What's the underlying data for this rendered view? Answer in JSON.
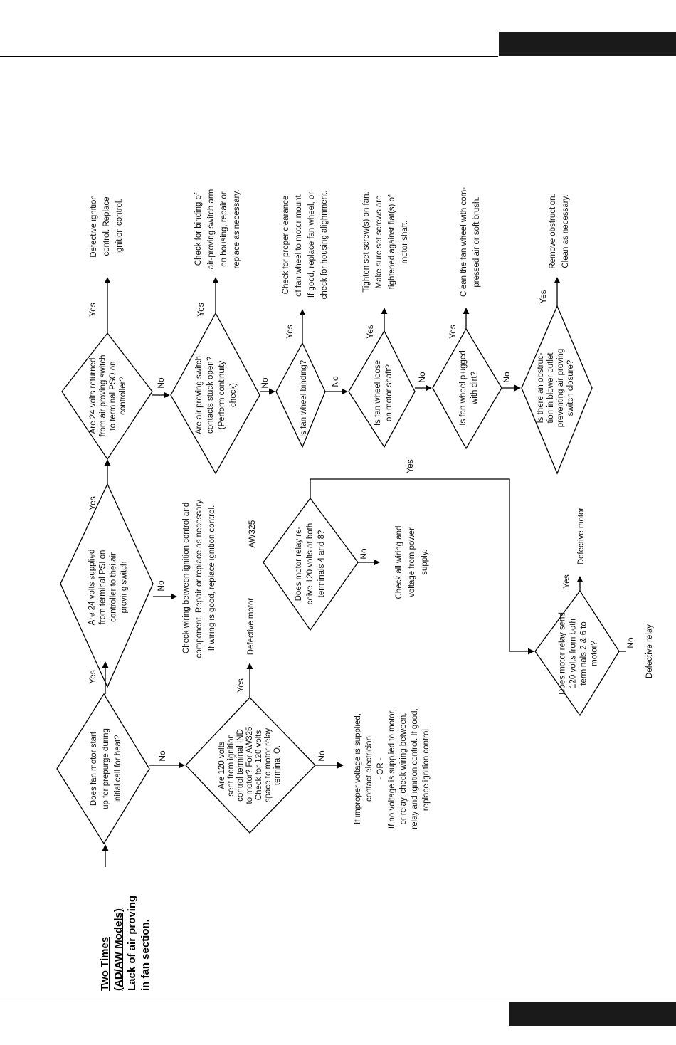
{
  "page": {
    "title_line1": "Two Times",
    "title_line2": "(AD/AW Models)",
    "title_line3": "Lack of air proving",
    "title_line4": "in fan section."
  },
  "flowchart": {
    "yes": "Yes",
    "no": "No",
    "model_tag": "AW325",
    "decisions": {
      "d1": [
        "Does fan motor start",
        "up for prepurge during",
        "initial call for heat?"
      ],
      "d2": [
        "Are 120 volts",
        "sent from ignition",
        "control terminal IND",
        "to motor? For AW325",
        "Check for 120 volts",
        "space to motor relay",
        "terminal O."
      ],
      "d3": [
        "Are 24 volts supplied",
        "from terminal PSI on",
        "controller to thei air",
        "proving switch"
      ],
      "d4": [
        "Are 24 volts returned",
        "from air proving switch",
        "to terminal PSO on",
        "controller?"
      ],
      "d5": [
        "Are air proving switch",
        "contacts stuck open?",
        "(Perform continuity",
        "check)"
      ],
      "d6": [
        "Is fan wheel binding?"
      ],
      "d7": [
        "Is fan wheel loose",
        "on motor shaft?"
      ],
      "d8": [
        "Is fan wheel plugged",
        "with dirt?"
      ],
      "d9": [
        "Is there an obstruc-",
        "tion in blower outlet",
        "preventing air proving",
        "switch closure?"
      ],
      "d10": [
        "Does motor relay re-",
        "ceive 120 volts at both",
        "terminals 4 and 8?"
      ],
      "d11": [
        "Does motor relay send",
        "120 volts  from both",
        "terminals 2 & 6 to",
        "motor?"
      ]
    },
    "actions": {
      "a_d2_no": [
        "If improper voltage is supplied,",
        "contact electrician",
        "- OR -",
        "If no voltage is supplied to motor,",
        "or relay, check wiring between,",
        "relay and ignition control. If good,",
        "replace ignition control."
      ],
      "a_d2_yes": [
        "Defective motor"
      ],
      "a_d3_no": [
        "Check wiring between ignition control and",
        "component. Repair or replace as necessary.",
        "If wiring is good, replace ignition control."
      ],
      "a_d4_yes": [
        "Defective ignition",
        "control. Replace",
        "ignition control."
      ],
      "a_d5_yes": [
        "Check for binding of",
        "air-proving switch arm",
        "on housing, repair or",
        "replace as necessary."
      ],
      "a_d6_yes": [
        "Check for proper clearance",
        "of fan wheel to motor mount.",
        "If good, replace fan wheel, or",
        "check for housing alighnment."
      ],
      "a_d7_yes": [
        "Tighten set screw(s) on fan.",
        "Make sure set screws are",
        "tightened against flat(s) of",
        "motor shaft."
      ],
      "a_d8_yes": [
        "Clean the fan wheel with com-",
        "pressed air or soft brush."
      ],
      "a_d9_yes": [
        "Remove obstruction.",
        "Clean as necessary."
      ],
      "a_d10_no": [
        "Check all wiring and",
        "voltage from power",
        "supply."
      ],
      "a_d11_yes": [
        "Defective motor"
      ],
      "a_d11_no": [
        "Defective relay"
      ]
    }
  }
}
